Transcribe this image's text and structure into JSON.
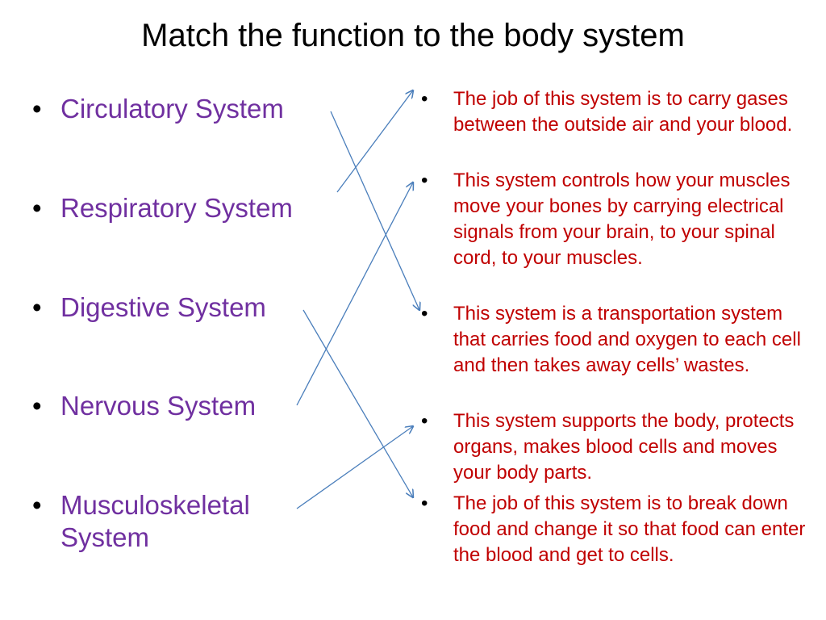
{
  "title": "Match the function to the body system",
  "colors": {
    "system_text": "#7030A0",
    "function_text": "#C00000",
    "arrow": "#4A7EBB"
  },
  "systems": [
    {
      "bullet": "•",
      "label": "Circulatory System"
    },
    {
      "bullet": "•",
      "label": "Respiratory System"
    },
    {
      "bullet": "•",
      "label": "Digestive System"
    },
    {
      "bullet": "•",
      "label": "Nervous System"
    },
    {
      "bullet": "•",
      "label": "Musculoskeletal System"
    }
  ],
  "functions": [
    {
      "bullet": "•",
      "text": "The job of this system is to carry gases between the outside air and your blood."
    },
    {
      "bullet": "•",
      "text": "This system controls how your muscles move your bones by carrying electrical signals from your brain, to your spinal cord, to your muscles."
    },
    {
      "bullet": "•",
      "text": "This system is a transportation system that carries food and oxygen to each cell and then takes away cells’ wastes."
    },
    {
      "bullet": "•",
      "text": "This system supports the body, protects organs, makes blood cells and moves your body parts."
    },
    {
      "bullet": "•",
      "text": "The job of this system is to break down food and change it so that food can enter the blood and get to cells."
    }
  ]
}
